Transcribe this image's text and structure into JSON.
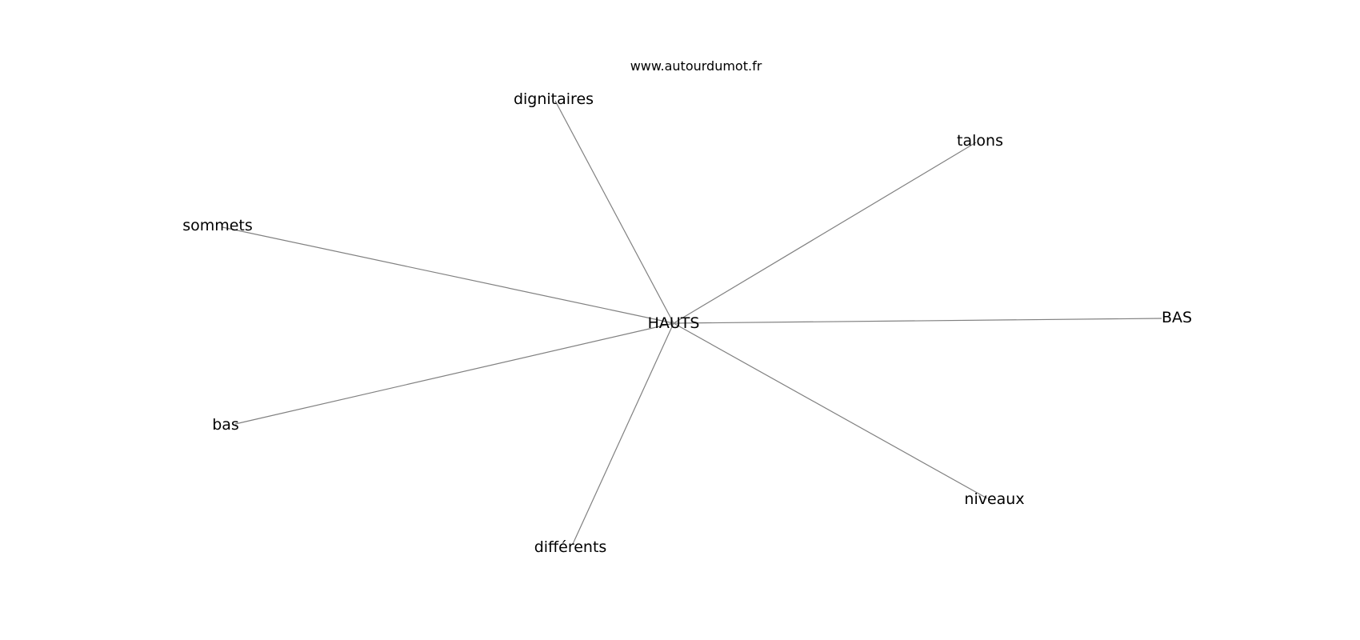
{
  "source_label": "www.autourdumot.fr",
  "center": {
    "word": "HAUTS"
  },
  "neighbors": [
    {
      "word": "dignitaires"
    },
    {
      "word": "talons"
    },
    {
      "word": "sommets"
    },
    {
      "word": "BAS"
    },
    {
      "word": "bas"
    },
    {
      "word": "niveaux"
    },
    {
      "word": "différents"
    }
  ],
  "colors": {
    "edge": "#808080",
    "text": "#000000",
    "background": "#ffffff"
  }
}
